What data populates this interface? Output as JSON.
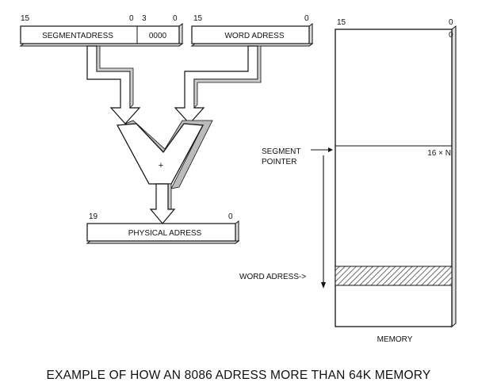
{
  "segment_register": {
    "label": "SEGMENTADRESS",
    "zero_bits": "0000",
    "bit_high": "15",
    "bit_low": "0",
    "bit3": "3",
    "bit0": "0"
  },
  "word_register": {
    "label": "WORD ADRESS",
    "bit_high": "15",
    "bit_low": "0"
  },
  "adder": {
    "symbol": "+"
  },
  "physical_register": {
    "label": "PHYSICAL ADRESS",
    "bit_high": "19",
    "bit_low": "0"
  },
  "memory": {
    "label": "MEMORY",
    "bit_high": "15",
    "bit_low": "0",
    "top_address": "0",
    "segment_offset": "16 × N",
    "segment_pointer_line1": "SEGMENT",
    "segment_pointer_line2": "POINTER",
    "word_adress_label": "WORD ADRESS->"
  },
  "caption": "EXAMPLE OF HOW AN 8086 ADRESS MORE THAN 64K MEMORY",
  "colors": {
    "ink": "#111111",
    "background": "#ffffff",
    "hatch": "#444444"
  }
}
